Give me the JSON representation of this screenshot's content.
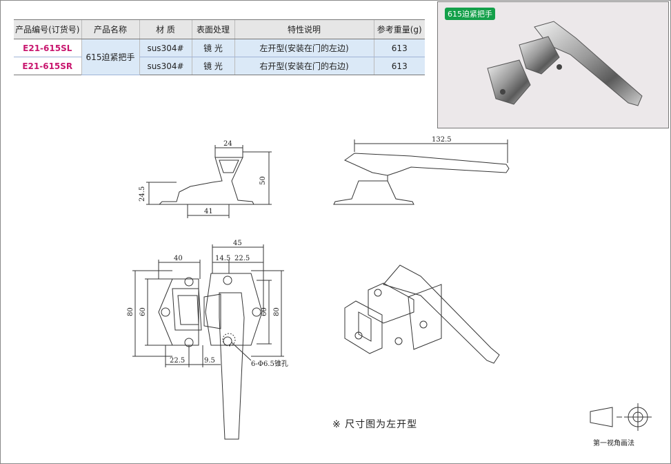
{
  "table": {
    "headers": [
      "产品编号(订货号)",
      "产品名称",
      "材  质",
      "表面处理",
      "特性说明",
      "参考重量(g)"
    ],
    "product_name": "615迫紧把手",
    "rows": [
      {
        "code": "E21-615SL",
        "material": "sus304#",
        "finish": "镜  光",
        "desc": "左开型(安装在门的左边)",
        "weight": "613"
      },
      {
        "code": "E21-615SR",
        "material": "sus304#",
        "finish": "镜  光",
        "desc": "右开型(安装在门的右边)",
        "weight": "613"
      }
    ]
  },
  "photo": {
    "tag": "615迫紧把手"
  },
  "dimensions": {
    "top_width": "24",
    "height_total": "50",
    "height_base": "24.5",
    "offset": "41",
    "handle_length": "132.5",
    "plan_left": "40",
    "plan_total": "45",
    "plan_a": "14.5",
    "plan_b": "22.5",
    "plan_h_outer": "80",
    "plan_h_inner": "60",
    "plan_h_right_outer": "80",
    "plan_h_right_inner": "60",
    "plan_bottom_a": "22.5",
    "plan_bottom_b": "9.5",
    "hole_note": "6-Φ6.5锥孔"
  },
  "note": "※ 尺寸图为左开型",
  "legend": "第一视角画法",
  "colors": {
    "code": "#c8166e",
    "header": "#e6e6e6",
    "cell": "#dbe9f7",
    "tag": "#14a04a"
  }
}
